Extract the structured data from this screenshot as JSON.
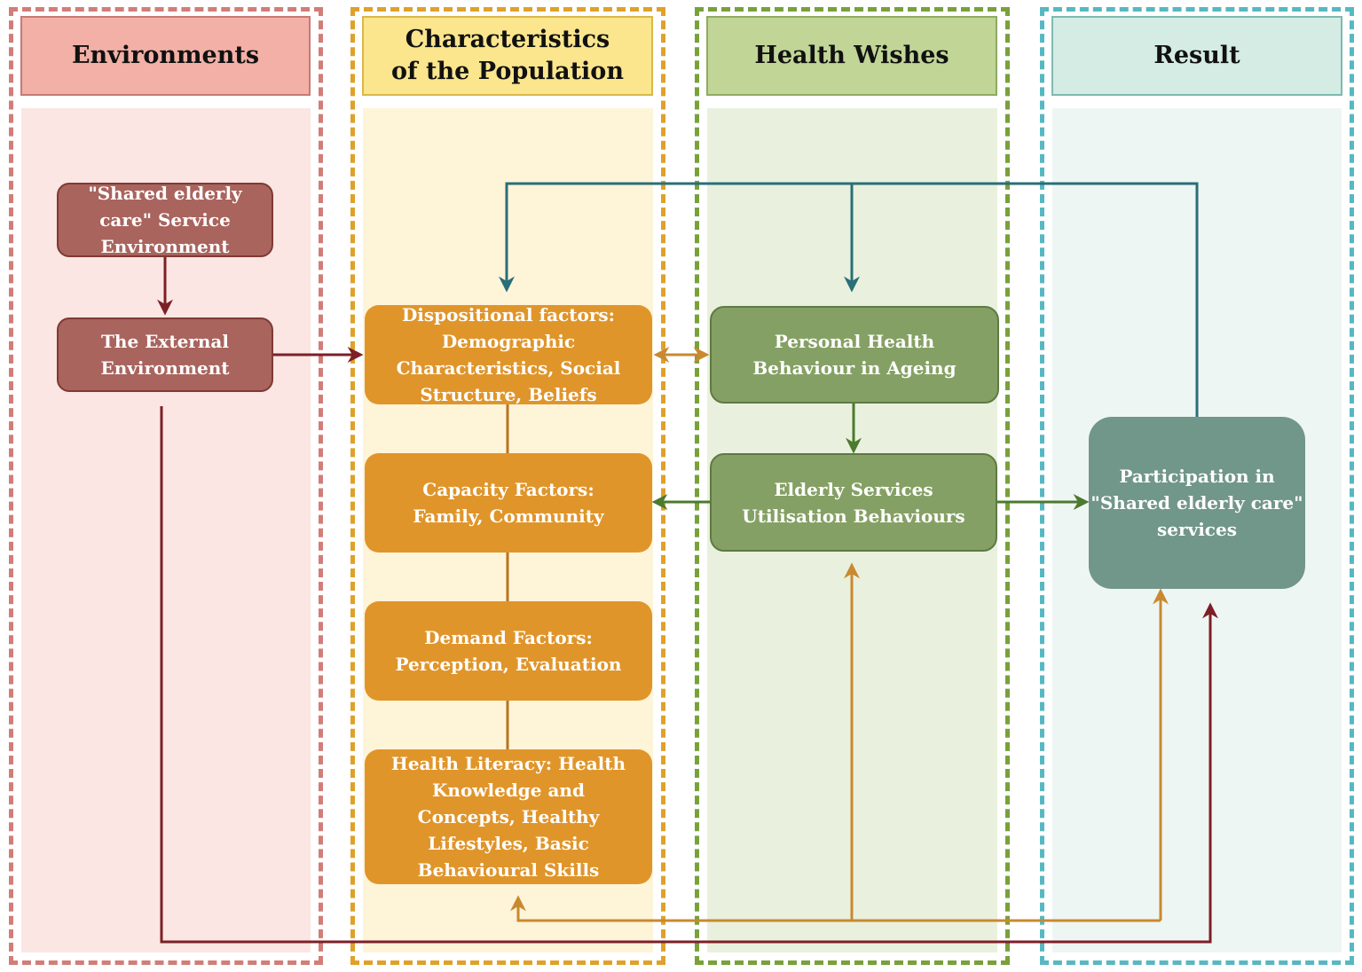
{
  "columns": {
    "environments": {
      "title": "Environments",
      "border_color": "#d27d78",
      "bg_color": "#fbe6e3",
      "header_color": "#f2b0a6"
    },
    "characteristics": {
      "title": "Characteristics of the Population",
      "border_color": "#dfa12a",
      "bg_color": "#fef4d8",
      "header_color": "#fbe58d"
    },
    "health_wishes": {
      "title": "Health Wishes",
      "border_color": "#78a13a",
      "bg_color": "#e9f1de",
      "header_color": "#c1d597"
    },
    "result": {
      "title": "Result",
      "border_color": "#57b8c2",
      "bg_color": "#eef6f3",
      "header_color": "#d4ece4"
    }
  },
  "nodes": {
    "shared_service_env": "\"Shared elderly care\" Service Environment",
    "external_env": "The External Environment",
    "dispositional": "Dispositional factors: Demographic Characteristics, Social Structure, Beliefs",
    "capacity": "Capacity Factors: Family, Community",
    "demand": "Demand Factors: Perception, Evaluation",
    "health_literacy": "Health Literacy: Health Knowledge and Concepts, Healthy Lifestyles, Basic Behavioural Skills",
    "personal_behaviour": "Personal Health Behaviour in Ageing",
    "utilisation": "Elderly Services Utilisation Behaviours",
    "participation": "Participation in \"Shared elderly care\" services"
  },
  "colors": {
    "arrow_red": "#7d1f27",
    "arrow_teal": "#2a6e78",
    "arrow_orange": "#c9892f",
    "arrow_green": "#4c7a2e",
    "line_orange": "#b9741f"
  }
}
